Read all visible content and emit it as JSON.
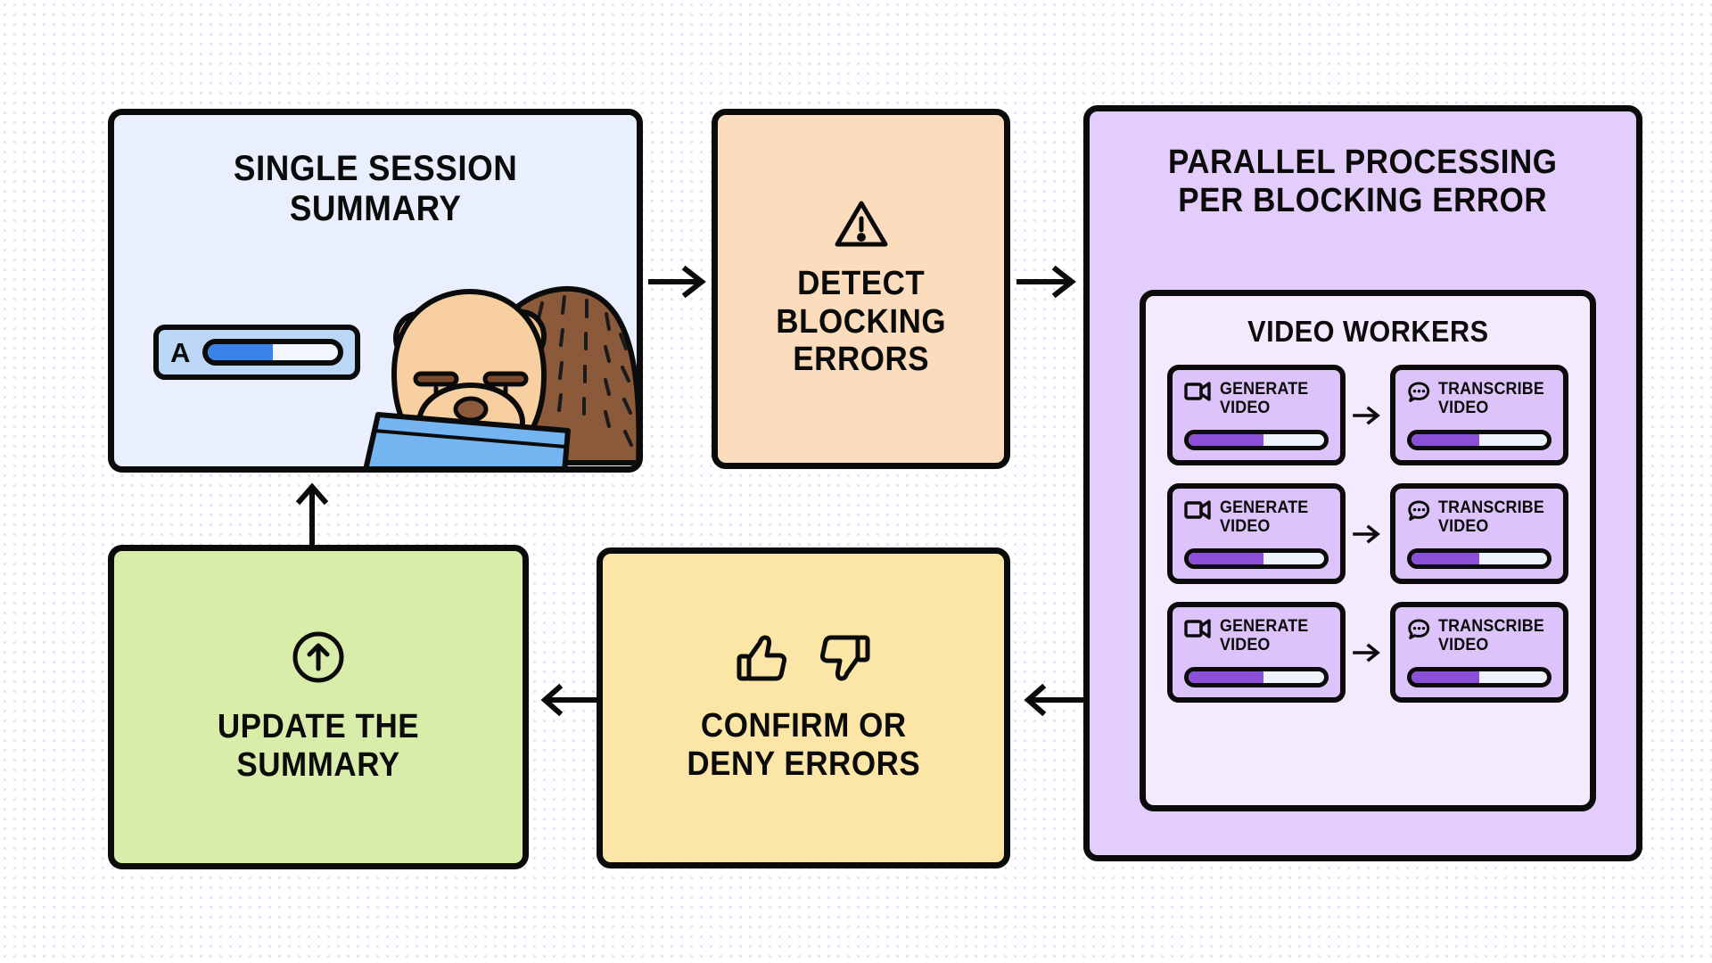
{
  "diagram": {
    "title": "Single session summary processing flow",
    "background_color": "#ffffff",
    "stroke_color": "#0b0b0b"
  },
  "nodes": {
    "single_session": {
      "title": "SINGLE SESSION\nSUMMARY",
      "title_line1": "SINGLE SESSION",
      "title_line2": "SUMMARY",
      "color": "#e9effc",
      "slider": {
        "letter": "A",
        "progress_percent": 50,
        "fill_color": "#3b82e8",
        "track_color": "#f2f6ff",
        "chip_color": "#bcd6f7"
      },
      "mascot": "hedgehog-character"
    },
    "detect_errors": {
      "icon": "warning-triangle-icon",
      "title_line1": "DETECT",
      "title_line2": "BLOCKING",
      "title_line3": "ERRORS",
      "color": "#fbdcbd"
    },
    "parallel_processing": {
      "title_line1": "PARALLEL PROCESSING",
      "title_line2": "PER BLOCKING ERROR",
      "color": "#e3cdfb",
      "workers_panel": {
        "title": "VIDEO WORKERS",
        "color": "#f3eafd",
        "card_color": "#dcc3fa",
        "bar_fill_color": "#8b4fd8",
        "bar_track_color": "#eef2fb",
        "rows": [
          {
            "generate": {
              "icon": "video-camera-icon",
              "label_line1": "GENERATE",
              "label_line2": "VIDEO",
              "progress_percent": 55
            },
            "transcribe": {
              "icon": "speech-bubble-dots-icon",
              "label_line1": "TRANSCRIBE",
              "label_line2": "VIDEO",
              "progress_percent": 50
            }
          },
          {
            "generate": {
              "icon": "video-camera-icon",
              "label_line1": "GENERATE",
              "label_line2": "VIDEO",
              "progress_percent": 55
            },
            "transcribe": {
              "icon": "speech-bubble-dots-icon",
              "label_line1": "TRANSCRIBE",
              "label_line2": "VIDEO",
              "progress_percent": 50
            }
          },
          {
            "generate": {
              "icon": "video-camera-icon",
              "label_line1": "GENERATE",
              "label_line2": "VIDEO",
              "progress_percent": 55
            },
            "transcribe": {
              "icon": "speech-bubble-dots-icon",
              "label_line1": "TRANSCRIBE",
              "label_line2": "VIDEO",
              "progress_percent": 50
            }
          }
        ]
      }
    },
    "confirm_deny": {
      "icons": [
        "thumbs-up-icon",
        "thumbs-down-icon"
      ],
      "title_line1": "CONFIRM OR",
      "title_line2": "DENY ERRORS",
      "color": "#fbe6a8"
    },
    "update_summary": {
      "icon": "circle-arrow-up-icon",
      "title_line1": "UPDATE THE",
      "title_line2": "SUMMARY",
      "color": "#d9edaa"
    }
  },
  "connectors": [
    {
      "name": "single-session-to-detect-errors",
      "direction": "right"
    },
    {
      "name": "detect-errors-to-parallel-processing",
      "direction": "right"
    },
    {
      "name": "parallel-processing-to-confirm-deny",
      "direction": "left"
    },
    {
      "name": "confirm-deny-to-update-summary",
      "direction": "left"
    },
    {
      "name": "update-summary-to-single-session",
      "direction": "up"
    }
  ]
}
